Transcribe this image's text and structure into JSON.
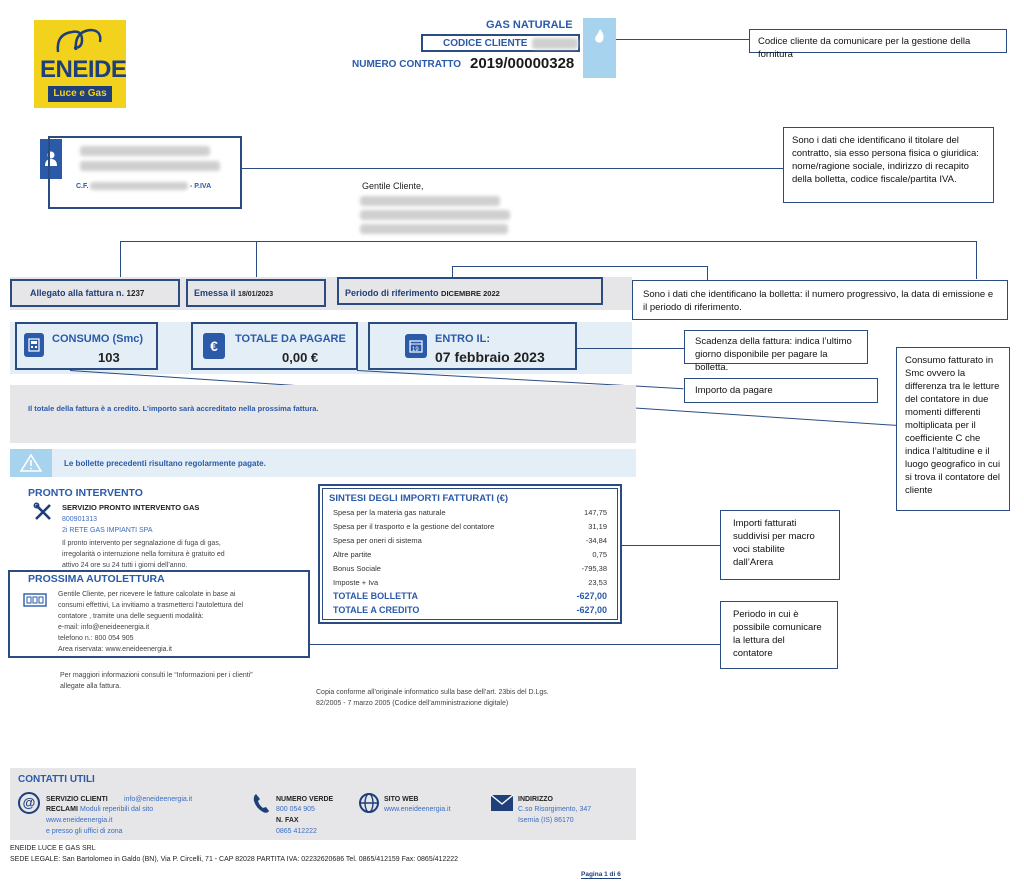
{
  "logo": {
    "name": "ENEIDE",
    "sub": "Luce e Gas"
  },
  "header": {
    "gas_label": "GAS NATURALE",
    "codice_label": "CODICE CLIENTE",
    "contratto_label": "NUMERO CONTRATTO",
    "contratto_value": "2019/00000328"
  },
  "client": {
    "cf_label": "C.F.",
    "piva_label": "- P.IVA",
    "greeting": "Gentile Cliente,"
  },
  "meta": {
    "allegato_label": "Allegato alla fattura n.",
    "allegato_value": "1237",
    "emessa_label": "Emessa il",
    "emessa_value": "18/01/2023",
    "periodo_label": "Periodo di riferimento",
    "periodo_value": "DICEMBRE 2022"
  },
  "kpi": {
    "consumo_label": "CONSUMO (Smc)",
    "consumo_value": "103",
    "totale_label": "TOTALE DA PAGARE",
    "totale_value": "0,00 €",
    "entro_label": "ENTRO IL:",
    "entro_value": "07 febbraio 2023"
  },
  "credit_text": "Il totale della fattura è a credito. L’importo sarà accreditato nella prossima fattura.",
  "warning_text": "Le bollette precedenti risultano regolarmente pagate.",
  "pronto": {
    "title": "PRONTO INTERVENTO",
    "service": "SERVIZIO PRONTO INTERVENTO GAS",
    "number": "800901313",
    "company": "2i RETE GAS IMPIANTI SPA",
    "line1": "Il pronto intervento per segnalazione di fuga di gas,",
    "line2": "irregolarità o interruzione nella fornitura è gratuito ed",
    "line3": "attivo 24 ore su 24 tutti i giorni dell’anno."
  },
  "autolettura": {
    "title": "PROSSIMA AUTOLETTURA",
    "line1": "Gentile Cliente, per ricevere le fatture calcolate in base ai",
    "line2": "consumi effettivi, La invitiamo a trasmetterci l’autolettura del",
    "line3": "contatore , tramite una delle seguenti modalità:",
    "email": "e-mail: info@eneideenergia.it",
    "phone": "telefono n.: 800 054 905",
    "area": "Area riservata: www.eneideenergia.it"
  },
  "info_text_1": "Per maggiori informazioni consulti le “Informazioni per i clienti”",
  "info_text_2": "allegate alla fattura.",
  "sintesi": {
    "title": "SINTESI DEGLI IMPORTI FATTURATI (€)",
    "rows": [
      {
        "label": "Spesa per la materia gas naturale",
        "value": "147,75"
      },
      {
        "label": "Spesa per il trasporto e la gestione del contatore",
        "value": "31,19"
      },
      {
        "label": "Spesa per oneri di sistema",
        "value": "-34,84"
      },
      {
        "label": "Altre partite",
        "value": "0,75"
      },
      {
        "label": "Bonus Sociale",
        "value": "-795,38"
      },
      {
        "label": "Imposte + Iva",
        "value": "23,53"
      }
    ],
    "total_bolletta_label": "TOTALE BOLLETTA",
    "total_bolletta_value": "-627,00",
    "total_credito_label": "TOTALE A CREDITO",
    "total_credito_value": "-627,00"
  },
  "copia": {
    "line1": "Copia conforme all’originale informatico sulla base dell’art. 23bis del D.Lgs.",
    "line2": "82/2005 - 7 marzo 2005 (Codice dell’amministrazione digitale)"
  },
  "contatti": {
    "title": "CONTATTI UTILI",
    "servizio_label": "SERVIZIO CLIENTI",
    "servizio_email": "info@eneideenergia.it",
    "reclami_label": "RECLAMI",
    "reclami_text": "Moduli reperibili dal sito",
    "reclami_site": "www.eneideenergia.it",
    "reclami_uffici": "e presso gli uffici di zona",
    "verde_label": "NUMERO VERDE",
    "verde_value": "800 054 905",
    "fax_label": "N. FAX",
    "fax_value": "0865 412222",
    "sito_label": "SITO WEB",
    "sito_value": "www.eneideenergia.it",
    "indirizzo_label": "INDIRIZZO",
    "indirizzo_1": "C.so Risorgimento, 347",
    "indirizzo_2": "Isernia (IS) 86170"
  },
  "footer": {
    "company": "ENEIDE LUCE E GAS SRL",
    "sede": "SEDE LEGALE: San Bartolomeo in Galdo (BN), Via P. Circelli, 71 - CAP 82028 PARTITA IVA: 02232620686 Tel. 0865/412159 Fax: 0865/412222",
    "page": "Pagina 1 di 6"
  },
  "annotations": {
    "codice": "Codice cliente da comunicare per la gestione della fornitura",
    "titolare": "Sono i dati che identificano il titolare del contratto, sia esso persona fisica o giuridica: nome/ragione sociale, indirizzo di recapito della bolletta, codice fiscale/partita IVA.",
    "bolletta": "Sono i dati che identificano la bolletta: il numero progressivo, la data di emissione e il periodo di riferimento.",
    "scadenza": "Scadenza della fattura: indica l’ultimo giorno disponibile per pagare la bolletta.",
    "importo": "Importo da pagare",
    "consumo": "Consumo fatturato in Smc ovvero la differenza tra le letture del contatore in due momenti differenti moltiplicata per il coefficiente C che indica l’altitudine e il luogo geografico in cui si trova il contatore del cliente",
    "macro": "Importi fatturati suddivisi per macro voci stabilite dall’Arera",
    "periodo": "Periodo in cui è possibile comunicare la lettura del contatore"
  },
  "colors": {
    "brand_yellow": "#f2d21c",
    "brand_blue": "#2a5aa8",
    "box_border": "#2b4c80",
    "band_gray": "#e6e6e8",
    "band_light": "#e3eef7"
  }
}
